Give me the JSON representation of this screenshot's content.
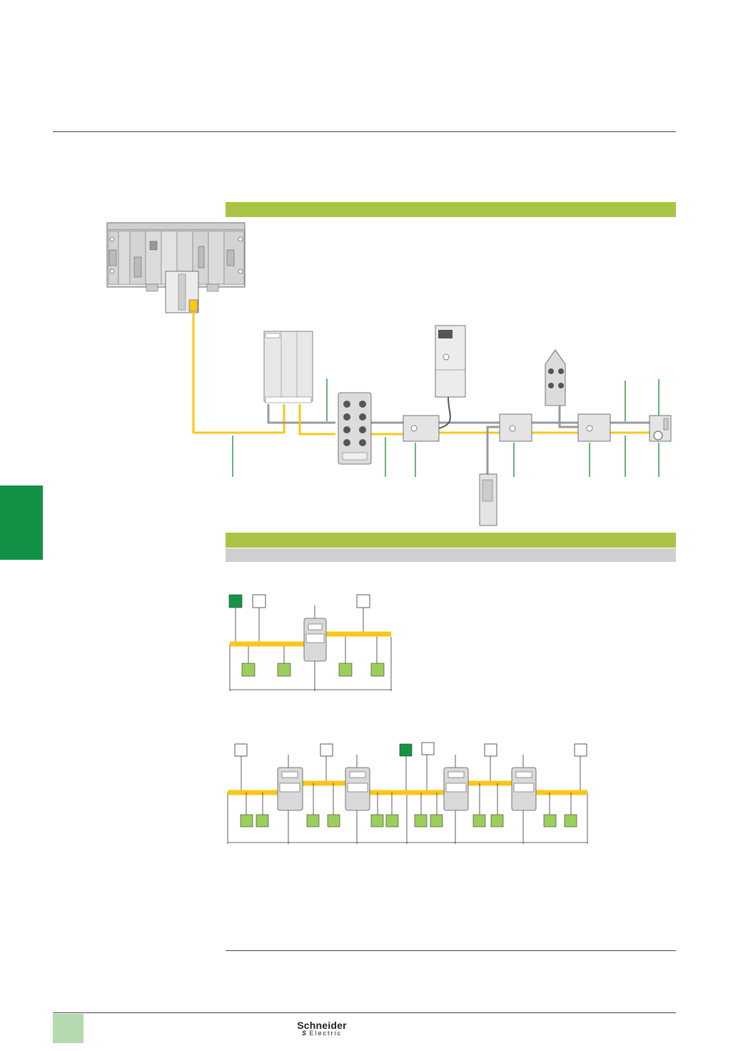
{
  "logo": {
    "brand": "Schneider",
    "sub": "Electric",
    "mark": "S"
  },
  "colors": {
    "header_band": "#a9c442",
    "sub_band": "#cfcfcf",
    "side_tab": "#119146",
    "page_box": "#b6d9b2",
    "bus_cable": "#f8c719",
    "trunk_cable": "#999999",
    "marker_line": "#2e9c4a",
    "master_node": "#159446",
    "slave_node": "#9bcf5a",
    "device_gray": "#d9d9d9"
  },
  "icons": {
    "plc_rack": "plc-rack-icon",
    "power_supply": "power-supply-icon",
    "io_module": "io-module-icon",
    "tap": "tap-connector-icon",
    "motor_starter": "motor-starter-icon",
    "repeater": "repeater-icon"
  }
}
